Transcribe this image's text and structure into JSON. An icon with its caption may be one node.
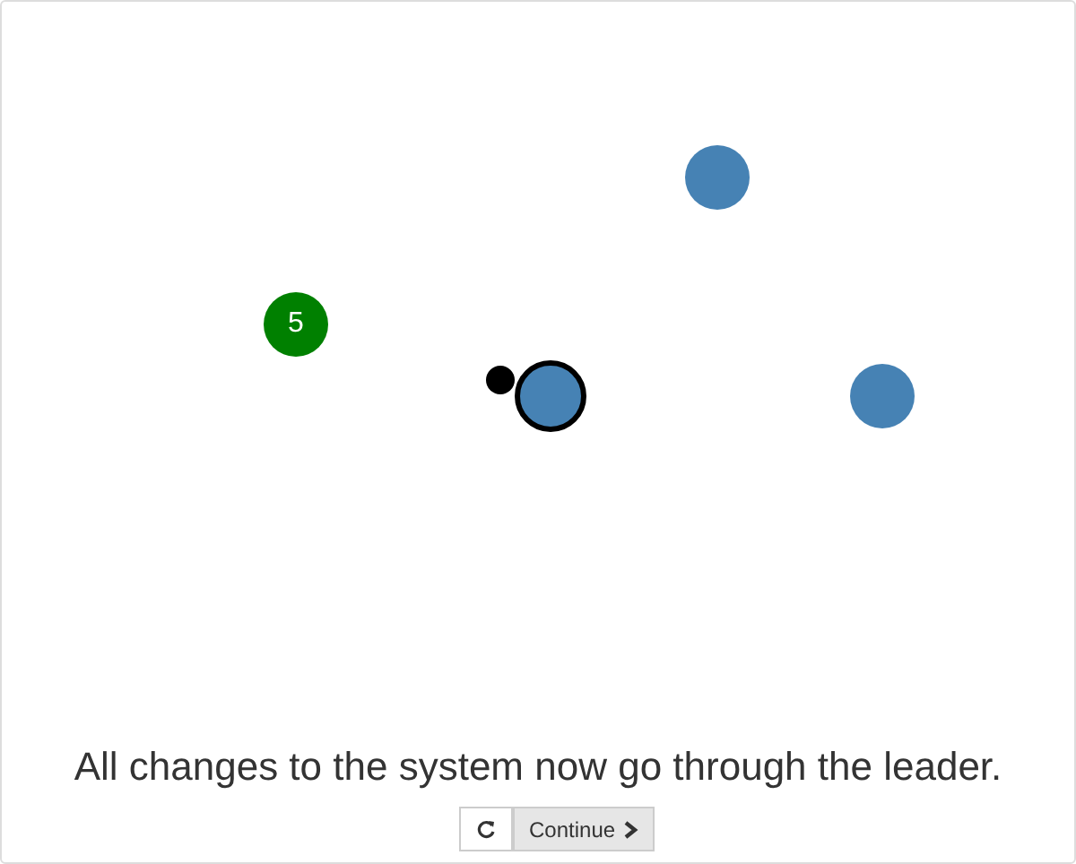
{
  "diagram": {
    "caption": "All changes to the system now go through the leader.",
    "nodes": [
      {
        "text": [],
        "shape": "circle"
      },
      {
        "text": [
          "5"
        ]
      },
      {
        "text": [],
        "shape": "circle"
      },
      {
        "text": [],
        "shape": "circle"
      },
      {
        "text": [],
        "shape": "circle"
      }
    ],
    "edges": [],
    "labels": [
      "Continue"
    ]
  }
}
